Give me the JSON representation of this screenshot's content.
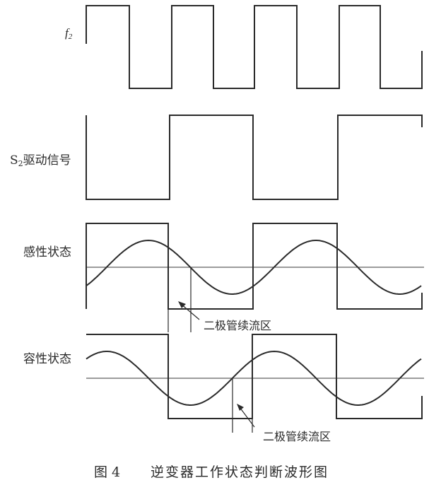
{
  "rows": {
    "f2": {
      "prefix": "f",
      "subscript": "2"
    },
    "s2": {
      "prefix": "S",
      "subscript": "2",
      "suffix": "驱动信号"
    },
    "inductive": {
      "label": "感性状态"
    },
    "capacitive": {
      "label": "容性状态"
    }
  },
  "annotations": {
    "inductive_diode": "二极管续流区",
    "capacitive_diode": "二极管续流区"
  },
  "caption": {
    "figure_number": "图 4",
    "title": "逆变器工作状态判断波形图"
  },
  "colors": {
    "ink": "#2a2a2a",
    "background": "#ffffff"
  }
}
